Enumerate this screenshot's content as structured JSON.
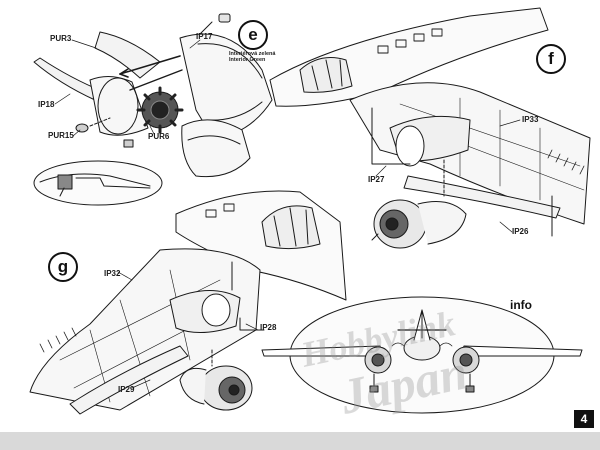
{
  "steps": {
    "e": "e",
    "f": "f",
    "g": "g"
  },
  "parts": {
    "pur3": "PUR3",
    "ip17": "IP17",
    "ip18": "IP18",
    "pur15": "PUR15",
    "pur6": "PUR6",
    "ip33": "IP33",
    "ip27": "IP27",
    "ip26": "IP26",
    "ip32": "IP32",
    "ip28": "IP28",
    "ip29": "IP29"
  },
  "paint_note": {
    "line1": "Interiérová zelená",
    "line2": "Interior Green"
  },
  "info": {
    "label": "info"
  },
  "page": {
    "number": "4"
  },
  "watermark": {
    "line1": "Hobbylink",
    "line2": "Japan"
  },
  "colors": {
    "ink": "#1a1a1a",
    "paper": "#ffffff",
    "footer": "#d9d9d9"
  }
}
